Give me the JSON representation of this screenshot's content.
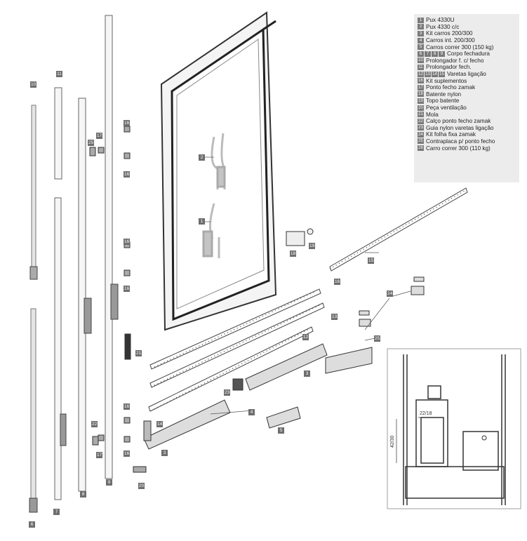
{
  "legend": [
    {
      "nums": [
        "1"
      ],
      "label": "Pux 4330U"
    },
    {
      "nums": [
        "2"
      ],
      "label": "Pux 4330 c/c"
    },
    {
      "nums": [
        "3"
      ],
      "label": "Kit carros 200/300"
    },
    {
      "nums": [
        "4"
      ],
      "label": "Carros int. 200/300"
    },
    {
      "nums": [
        "5"
      ],
      "label": "Carros correr 300 (150 kg)"
    },
    {
      "nums": [
        "6",
        "7",
        "8",
        "9"
      ],
      "label": "Corpo fechadura"
    },
    {
      "nums": [
        "10"
      ],
      "label": "Prolongador f. c/ fecho"
    },
    {
      "nums": [
        "11"
      ],
      "label": "Prolongador fech."
    },
    {
      "nums": [
        "12",
        "13",
        "14",
        "15"
      ],
      "label": "Varetas ligação"
    },
    {
      "nums": [
        "16"
      ],
      "label": "Kit suplementos"
    },
    {
      "nums": [
        "17"
      ],
      "label": "Ponto fecho zamak"
    },
    {
      "nums": [
        "18"
      ],
      "label": "Batente nylon"
    },
    {
      "nums": [
        "19"
      ],
      "label": "Topo batente"
    },
    {
      "nums": [
        "20"
      ],
      "label": "Peça ventilação"
    },
    {
      "nums": [
        "21"
      ],
      "label": "Mola"
    },
    {
      "nums": [
        "22"
      ],
      "label": "Calço ponto fecho zamak"
    },
    {
      "nums": [
        "23"
      ],
      "label": "Guia nylon varetas ligação"
    },
    {
      "nums": [
        "24"
      ],
      "label": "Kit folha fixa zamak"
    },
    {
      "nums": [
        "25"
      ],
      "label": "Contraplaca p/ ponto fecho"
    },
    {
      "nums": [
        "26"
      ],
      "label": "Carro correr 300 (110 kg)"
    }
  ],
  "dimensions": {
    "width": "22/18",
    "height": "42/30"
  },
  "colors": {
    "part": "#b9b9b9",
    "part_dark": "#555555",
    "frame": "#333333",
    "tag": "#6e6e6e",
    "legend_bg": "#ececec"
  }
}
